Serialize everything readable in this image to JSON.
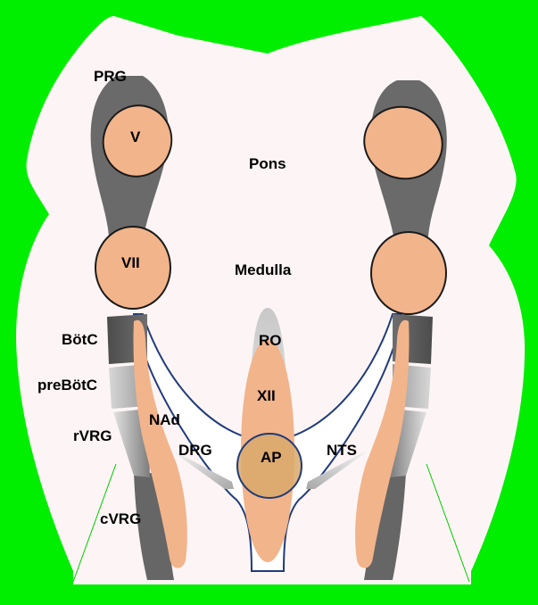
{
  "colors": {
    "background": "#00ee00",
    "brainstem": "#fdf5f5",
    "nucleus": "#f2b48b",
    "dark_column": "#6a6a6a",
    "light_column": "#c4c4c4",
    "outline": "#1f3b7a",
    "area_postrema": "#d6aa6a"
  },
  "labels": {
    "prg": "PRG",
    "v": "V",
    "pons": "Pons",
    "vii": "VII",
    "medulla": "Medulla",
    "botc": "BötC",
    "prebotc": "preBötC",
    "rvrg": "rVRG",
    "cvrg": "cVRG",
    "ro": "RO",
    "xii": "XII",
    "nad": "NAd",
    "drg": "DRG",
    "ap": "AP",
    "nts": "NTS"
  }
}
